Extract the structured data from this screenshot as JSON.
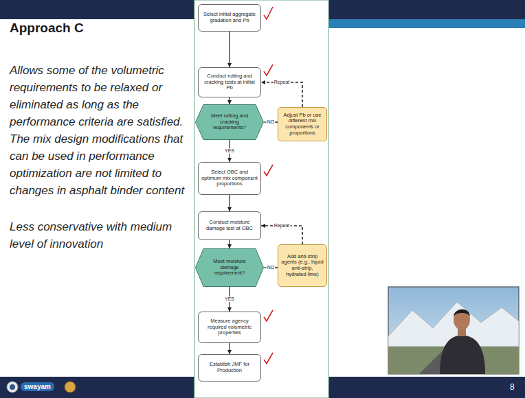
{
  "diagram": {
    "title": "Approach C",
    "nodes": [
      {
        "text": [
          "Select initial aggregate gradation and Pb"
        ]
      },
      {
        "text": [
          "Conduct rutting and cracking tests at initial Pb"
        ]
      },
      {
        "text": [
          "Meet rutting and cracking requirements?"
        ]
      },
      {
        "text": [
          "Adjust Pb or use different mix components or proportions"
        ]
      },
      {
        "text": [
          "Select OBC and optimum mix component proportions"
        ]
      },
      {
        "text": [
          "Conduct moisture damage test at OBC"
        ]
      },
      {
        "text": [
          "Meet moisture damage requirement?"
        ]
      },
      {
        "text": [
          "Add anti-strip agents (e.g., liquid anti-strip, hydrated lime)"
        ]
      },
      {
        "text": [
          "Measure agency required volumetric properties"
        ]
      },
      {
        "text": [
          "Establish JMF for Production"
        ]
      }
    ],
    "edges": [
      {
        "from": 0,
        "to": 1,
        "arrow": "to"
      },
      {
        "from": 1,
        "to": 2,
        "arrow": "to"
      },
      {
        "from": 2,
        "to": 3,
        "label": "NO",
        "arrow": "to"
      },
      {
        "from": 3,
        "to": 1,
        "label": "Repeat",
        "arrow": "to"
      },
      {
        "from": 2,
        "to": 4,
        "label": "YES",
        "arrow": "to"
      },
      {
        "from": 4,
        "to": 5,
        "arrow": "to"
      },
      {
        "from": 5,
        "to": 6,
        "arrow": "to"
      },
      {
        "from": 6,
        "to": 7,
        "label": "NO",
        "arrow": "to"
      },
      {
        "from": 7,
        "to": 5,
        "label": "Repeat",
        "arrow": "to"
      },
      {
        "from": 6,
        "to": 8,
        "label": "YES",
        "arrow": "to"
      },
      {
        "from": 8,
        "to": 9,
        "arrow": "to"
      }
    ],
    "labels": [
      "Allows some of the volumetric requirements to be relaxed or eliminated as long as the performance criteria are satisfied. The mix design modifications that can be used in performance optimization are not limited to changes in asphalt binder content",
      "Less conservative with medium level of innovation",
      "swayam",
      "8"
    ]
  }
}
